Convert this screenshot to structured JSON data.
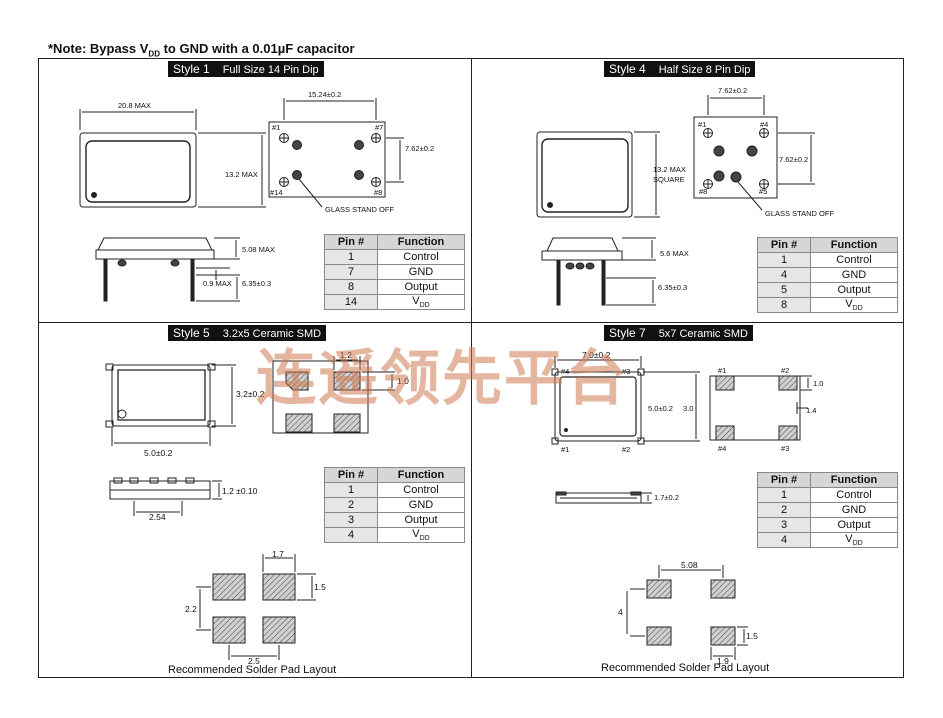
{
  "note": {
    "prefix": "*Note: Bypass V",
    "sub": "DD",
    "suffix": " to GND with a 0.01µF capacitor"
  },
  "styles": {
    "s1": {
      "label": "Style 1",
      "desc": "Full Size 14 Pin Dip",
      "pins": [
        {
          "pin": "1",
          "fn": "Control"
        },
        {
          "pin": "7",
          "fn": "GND"
        },
        {
          "pin": "8",
          "fn": "Output"
        },
        {
          "pin": "14",
          "fn": "V",
          "sub": "DD"
        }
      ],
      "dims": {
        "width": "20.8 MAX",
        "height": "13.2 MAX",
        "pitch": "15.24±0.2",
        "row": "7.62±0.2",
        "seat": "5.08 MAX",
        "pin_w": "0.9 MAX",
        "pin_l": "6.35±0.3",
        "glass": "GLASS STAND OFF",
        "p1": "#1",
        "p7": "#7",
        "p8": "#8",
        "p14": "#14"
      }
    },
    "s4": {
      "label": "Style 4",
      "desc": "Half Size 8 Pin Dip",
      "pins": [
        {
          "pin": "1",
          "fn": "Control"
        },
        {
          "pin": "4",
          "fn": "GND"
        },
        {
          "pin": "5",
          "fn": "Output"
        },
        {
          "pin": "8",
          "fn": "V",
          "sub": "DD"
        }
      ],
      "dims": {
        "top": "7.62±0.2",
        "side": "7.62±0.2",
        "square1": "13.2 MAX",
        "square2": "SQUARE",
        "seat": "5.6 MAX",
        "pin_l": "6.35±0.3",
        "glass": "GLASS STAND OFF",
        "p1": "#1",
        "p4": "#4",
        "p5": "#5",
        "p8": "#8"
      }
    },
    "s5": {
      "label": "Style 5",
      "desc": "3.2x5 Ceramic SMD",
      "pins": [
        {
          "pin": "1",
          "fn": "Control"
        },
        {
          "pin": "2",
          "fn": "GND"
        },
        {
          "pin": "3",
          "fn": "Output"
        },
        {
          "pin": "4",
          "fn": "V",
          "sub": "DD"
        }
      ],
      "dims": {
        "h": "3.2±0.2",
        "w": "5.0±0.2",
        "pad_w": "1.2",
        "pad_h": "1.0",
        "thick": "1.2 ±0.10",
        "pitch": "2.54",
        "l1": "1.7",
        "l2": "1.5",
        "l3": "2.2",
        "l4": "2.5"
      },
      "caption": "Recommended Solder Pad Layout"
    },
    "s7": {
      "label": "Style 7",
      "desc": "5x7 Ceramic SMD",
      "pins": [
        {
          "pin": "1",
          "fn": "Control"
        },
        {
          "pin": "2",
          "fn": "GND"
        },
        {
          "pin": "3",
          "fn": "Output"
        },
        {
          "pin": "4",
          "fn": "V",
          "sub": "DD"
        }
      ],
      "dims": {
        "w": "7.0±0.2",
        "h": "5.0±0.2",
        "h2": "3.0",
        "pad_h": "1.0",
        "pad_g": "1.4",
        "thick": "1.7±0.2",
        "l1": "5.08",
        "l2": "4",
        "l3": "1.5",
        "l4": "1.9",
        "p1": "#1",
        "p2": "#2",
        "p3": "#3",
        "p4": "#4"
      },
      "caption": "Recommended Solder Pad Layout"
    }
  },
  "table_headers": {
    "pin": "Pin #",
    "function": "Function"
  },
  "watermark": "连遥领先平台"
}
